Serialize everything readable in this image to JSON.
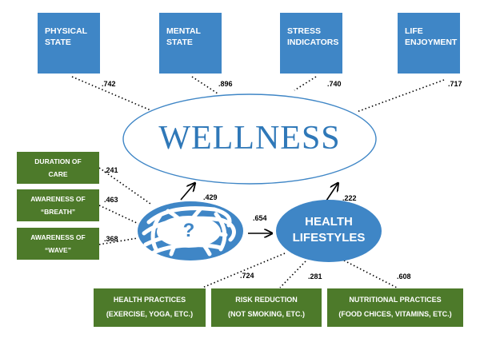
{
  "indicators": [
    {
      "line1": "PHYSICAL",
      "line2": "STATE",
      "loading": ".742"
    },
    {
      "line1": "MENTAL",
      "line2": "STATE",
      "loading": ".896"
    },
    {
      "line1": "STRESS",
      "line2": "INDICATORS",
      "loading": ".740"
    },
    {
      "line1": "LIFE",
      "line2": "ENJOYMENT",
      "loading": ".717"
    }
  ],
  "wellness": {
    "label": "WELLNESS"
  },
  "unknown": {
    "symbol": "?"
  },
  "health_lifestyles": {
    "line1": "HEALTH",
    "line2": "LIFESTYLES"
  },
  "left_factors": [
    {
      "line1": "DURATION OF",
      "line2": "CARE",
      "loading": ".241"
    },
    {
      "line1": "AWARENESS OF",
      "line2": "“BREATH”",
      "loading": ".463"
    },
    {
      "line1": "AWARENESS OF",
      "line2": "“WAVE”",
      "loading": ".368"
    }
  ],
  "bottom_factors": [
    {
      "line1": "HEALTH PRACTICES",
      "line2": "(EXERCISE, YOGA, ETC.)",
      "loading": ".724"
    },
    {
      "line1": "RISK REDUCTION",
      "line2": "(NOT SMOKING, ETC.)",
      "loading": ".281"
    },
    {
      "line1": "NUTRITIONAL PRACTICES",
      "line2": "(FOOD CHICES, VITAMINS, ETC.)",
      "loading": ".608"
    }
  ],
  "paths": {
    "unknown_to_wellness": ".429",
    "unknown_to_lifestyles": ".654",
    "lifestyles_to_wellness": ".222"
  },
  "colors": {
    "blue": "#3f86c6",
    "green": "#4d7a2a",
    "text_blue": "#2f78b8"
  }
}
